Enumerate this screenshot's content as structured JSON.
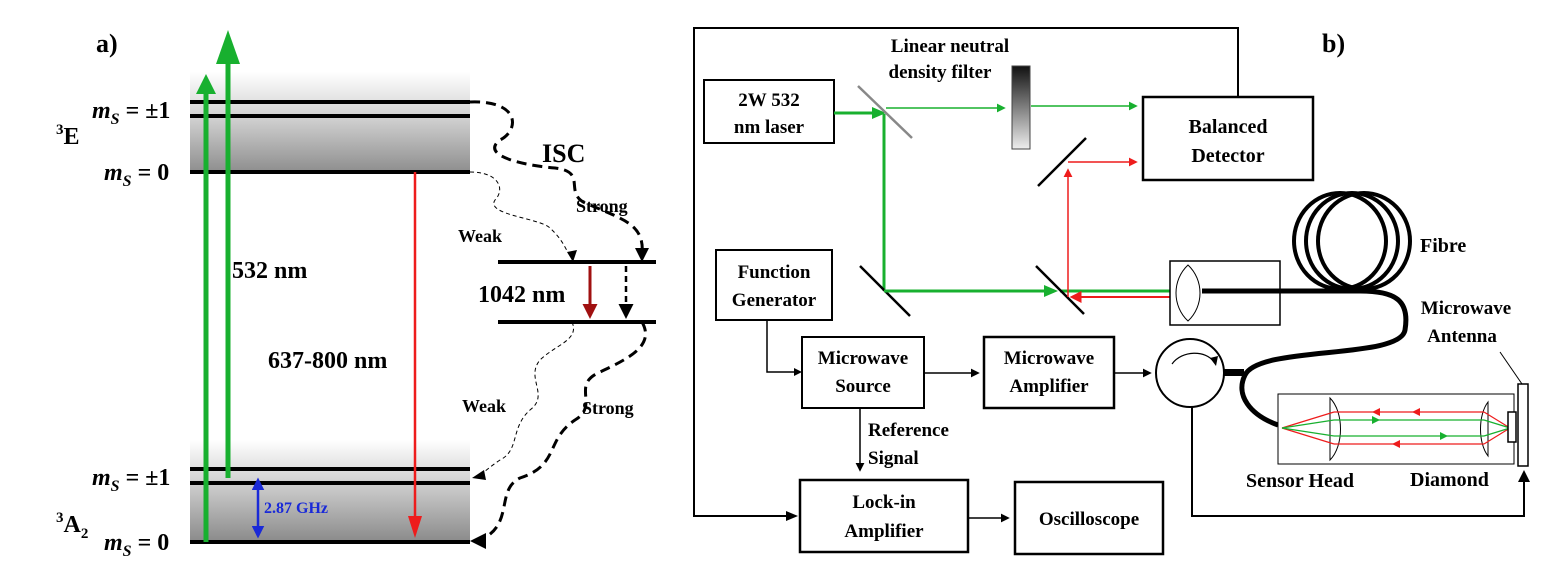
{
  "panel_a": {
    "label": "a)",
    "upper_state": "E",
    "upper_state_sup": "3",
    "lower_state": "A",
    "lower_state_sup": "3",
    "lower_state_sub": "2",
    "ms_label": "m",
    "ms_sub": "S",
    "ms_pm1_value": " = ±1",
    "ms_0_value": " = 0",
    "excitation_label": "532 nm",
    "emission_label": "637-800 nm",
    "isc_label": "ISC",
    "strong_label_1": "Strong",
    "strong_label_2": "Strong",
    "weak_label_1": "Weak",
    "weak_label_2": "Weak",
    "ir_label": "1042 nm",
    "splitting_label": "2.87 GHz",
    "colors": {
      "green": "#18b02f",
      "red": "#ee1c1c",
      "darkred": "#a01010",
      "blue": "#1a2ad8"
    }
  },
  "panel_b": {
    "label": "b)",
    "laser_line1": "2W 532",
    "laser_line2": "nm laser",
    "ndf_line1": "Linear neutral",
    "ndf_line2": "density filter",
    "detector_line1": "Balanced",
    "detector_line2": "Detector",
    "fibre_label": "Fibre",
    "antenna_line1": "Microwave",
    "antenna_line2": "Antenna",
    "funcgen_line1": "Function",
    "funcgen_line2": "Generator",
    "mwsource_line1": "Microwave",
    "mwsource_line2": "Source",
    "mwamp_line1": "Microwave",
    "mwamp_line2": "Amplifier",
    "ref_line1": "Reference",
    "ref_line2": "Signal",
    "lockin_line1": "Lock-in",
    "lockin_line2": "Amplifier",
    "oscilloscope": "Oscilloscope",
    "sensor_head": "Sensor Head",
    "diamond": "Diamond"
  }
}
